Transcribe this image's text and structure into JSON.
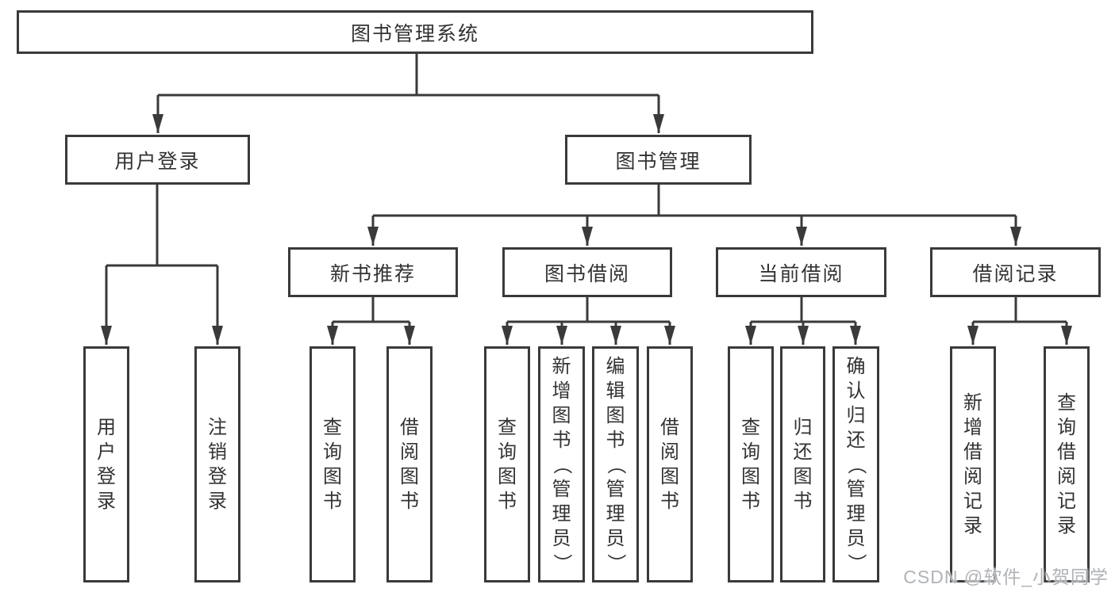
{
  "diagram": {
    "root": {
      "label": "图书管理系统"
    },
    "level2": {
      "user_login": {
        "label": "用户登录"
      },
      "book_mgmt": {
        "label": "图书管理"
      }
    },
    "level3": {
      "new_books": {
        "label": "新书推荐"
      },
      "book_borrow": {
        "label": "图书借阅"
      },
      "current_borrow": {
        "label": "当前借阅"
      },
      "borrow_records": {
        "label": "借阅记录"
      }
    },
    "leaves": {
      "user_login": [
        "用户登录",
        "注销登录"
      ],
      "new_books": [
        "查询图书",
        "借阅图书"
      ],
      "book_borrow": [
        "查询图书",
        "新增图书（管理员）",
        "编辑图书（管理员）",
        "借阅图书"
      ],
      "current_borrow": [
        "查询图书",
        "归还图书",
        "确认归还（管理员）"
      ],
      "borrow_records": [
        "新增借阅记录",
        "查询借阅记录"
      ]
    }
  },
  "watermark": {
    "text": "CSDN @软件_小贺同学"
  },
  "colors": {
    "line": "#3a3a3a",
    "text": "#333333",
    "box_bg": "#ffffff",
    "watermark": "#b0b3b7"
  }
}
